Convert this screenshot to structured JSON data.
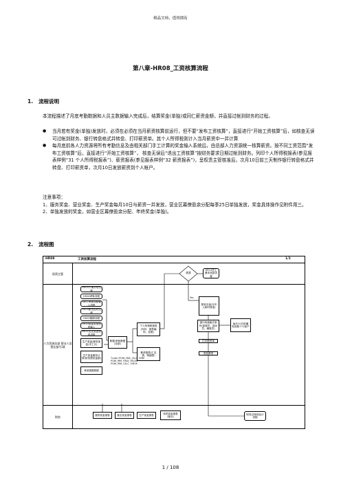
{
  "header_note": "精品文档，值得拥有",
  "title": "第八章-HR08_工资核算流程",
  "section1": {
    "num": "1.",
    "title": "流程说明"
  },
  "intro": "本流程描述了月底考勤数据和人员主数据输入完成后，结算奖金(单独)或同仁薪资金额，并直接过帐到财务的过程。",
  "bullets": [
    "当月若有奖金(单独)发放时，必须在必须在当月薪资核算前运行，但不要“发布工资核算”，直接进行“开始工资核算”后，如核查无误可过帐到财务、银行转盘格式并转盘、打印薪资单。其个人所得税则计入当月薪资中一并计算",
    "每月底前各人力资源将所有考勤信息及由相关部门手工计算的奖金输入系统后，由总部人力资源统一核算薪资。按不同工资范围“发布工资核算”后，直接进行“开始工资核算”， 核查无误后“退出工资核算”按财务要求日期过帐到财务。列印个人所得税报表(参见报表样例“31 个人所得税报表”)、薪资报表(参见报表样例“32 薪资报表”)，呈权责主管核准后，次月10日前三天制作银行转盘格式并转盘、打印薪资单，次月10日发放薪资到个人帐户。"
  ],
  "notes_title": "注意事项：",
  "notes": [
    "1、服务奖金、营业奖金、生产奖金每月10日与薪资一并发放，营业区幕僚盈余分配每季25日单独发放，奖金具体操作见附件用三。",
    "2、单独发放的奖金，如营业区幕僚盈余分配、年终奖金(单独)。"
  ],
  "section2": {
    "num": "2.",
    "title": "流程图"
  },
  "flowchart": {
    "code": "HR08",
    "name": "工资核算流程",
    "page": "1/1",
    "lanes": [
      {
        "label": "权责主管"
      },
      {
        "label": "人力资源总部 营业人员 营业部/行政"
      },
      {
        "label": "财务"
      }
    ],
    "nodes": {
      "approve": "核准",
      "bank_ref": "HR13员工基本信息流程",
      "yes": "Yes",
      "src1": "HR04人事异动流程",
      "src2": "HR06考勤流程",
      "src3": "HR07考勤流程输入流程",
      "src4": "HR05薪资结构流程",
      "src5": "HR09假期流程",
      "src6": "HR10奖金发放信息输入",
      "src7": "HR11应发奖金核准流程",
      "bonus_src": "生产奖金/服务奖金(手工计)",
      "ops_src": "生产奖金服务计算(财务提供金额)",
      "other_adj": "其他调整数据",
      "data_entry": "数据/考勤数据(总部)",
      "tax_report": "个人所得税报表(列印、报表编码、设施)",
      "salary_report": "薪资报表(汇总表、明细表)",
      "check_approve": "核准无误(月中入帐时核准)",
      "transfer_fmt": "银行转盘格式制作(制单员、核对员、稽核员)",
      "print_slip": "打印薪资单",
      "issue_pay": "发放薪资",
      "notify": "每月10日前通知到账个人帐户",
      "fin1": "服务奖金报表",
      "fin2": "营业奖金报表",
      "fin3": "生产奖金报表",
      "fin4": "年终奖金报表(营业)",
      "fin_post": "财务过帐到会计流程"
    },
    "codes": [
      "Tcode:PC00_M28_CALC_SIMU",
      "PC00_M99_PA03_RELEA",
      "PC00_M28_CALC_CHECK"
    ]
  },
  "footer": "1 / 108"
}
